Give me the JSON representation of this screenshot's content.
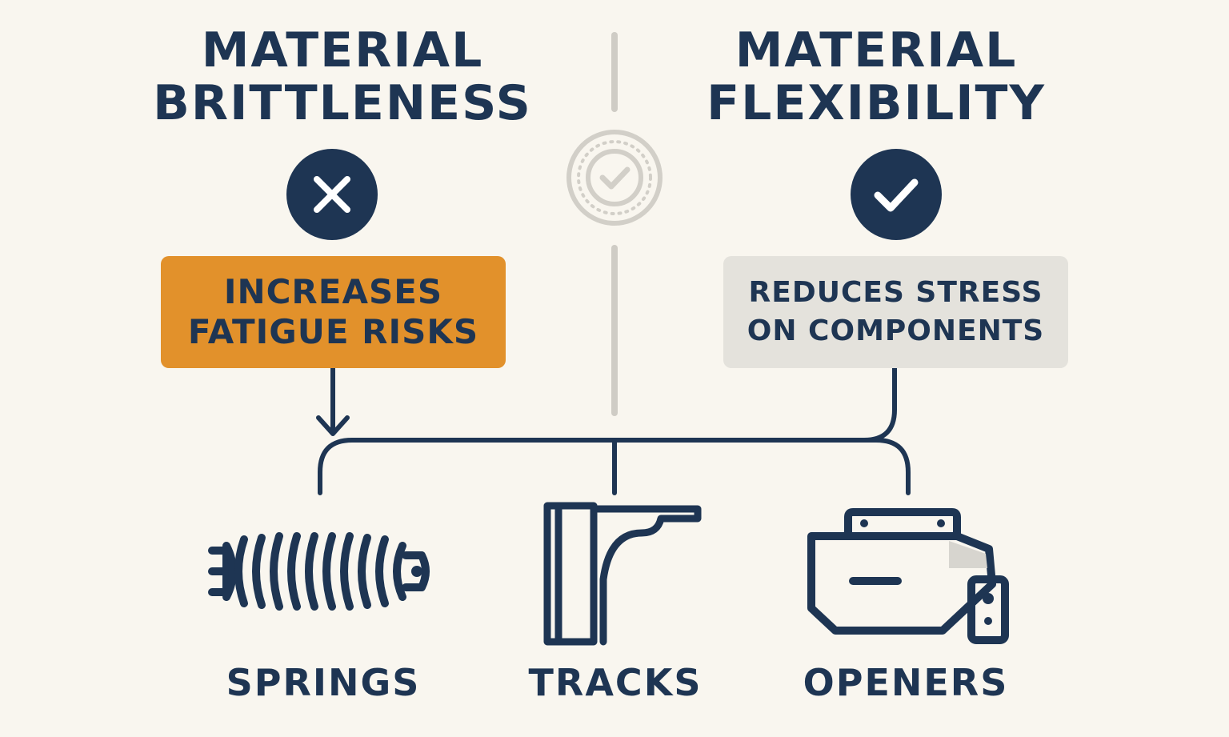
{
  "left": {
    "heading_line1": "MATERIAL",
    "heading_line2": "BRITTLENESS",
    "icon": "x-icon",
    "box_line1": "INCREASES",
    "box_line2": "FATIGUE RISKS",
    "box_color": "#e2912b"
  },
  "right": {
    "heading_line1": "MATERIAL",
    "heading_line2": "FLEXIBILITY",
    "icon": "check-icon",
    "box_line1": "REDUCES STRESS",
    "box_line2": "ON COMPONENTS",
    "box_color": "#e4e2dc"
  },
  "center": {
    "icon": "check-badge-icon"
  },
  "components": [
    {
      "label": "SPRINGS",
      "icon": "spring-icon"
    },
    {
      "label": "TRACKS",
      "icon": "track-bracket-icon"
    },
    {
      "label": "OPENERS",
      "icon": "garage-opener-icon"
    }
  ],
  "colors": {
    "navy": "#1e3553",
    "orange": "#e2912b",
    "light_gray": "#e4e2dc",
    "divider_gray": "#cfccc5",
    "background": "#f9f6ef"
  }
}
